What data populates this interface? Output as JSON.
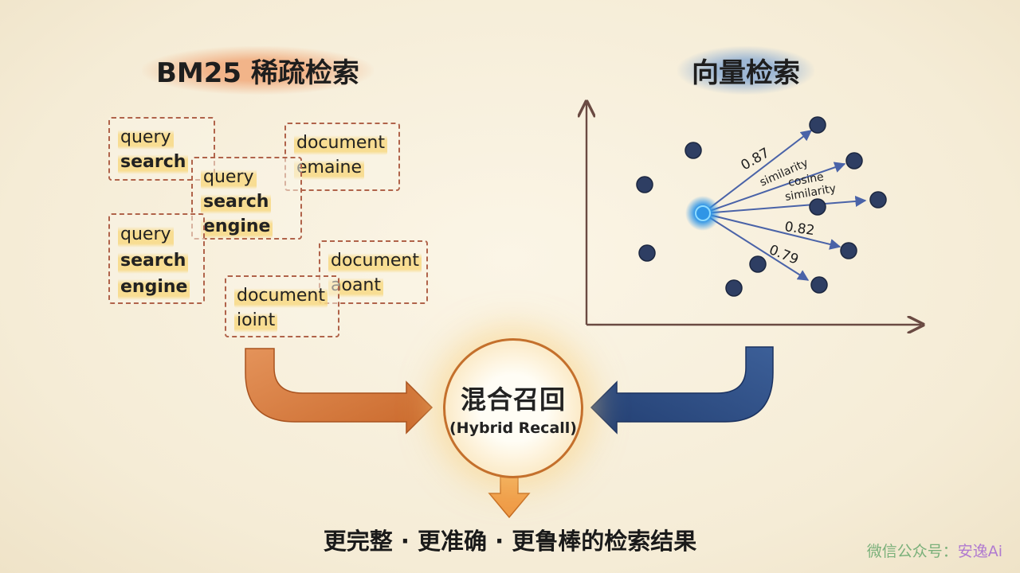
{
  "left_title": "BM25 稀疏检索",
  "right_title": "向量检索",
  "bm25_cards": [
    {
      "lines": [
        "query",
        "search"
      ]
    },
    {
      "lines": [
        "query",
        "search",
        "engine"
      ]
    },
    {
      "lines": [
        "document",
        "emaine"
      ]
    },
    {
      "lines": [
        "query",
        "search",
        "engine"
      ]
    },
    {
      "lines": [
        "document",
        "ioint"
      ]
    },
    {
      "lines": [
        "document",
        "aoant"
      ]
    }
  ],
  "vector_labels": {
    "score_top": "0.87",
    "similarity_word": "similarity",
    "cosine_line1": "cosine",
    "cosine_line2": "similarity",
    "score_mid": "0.82",
    "score_low": "0.79"
  },
  "hub": {
    "title_cn": "混合召回",
    "title_en": "(Hybrid Recall)"
  },
  "result_text": "更完整 · 更准确 · 更鲁棒的检索结果",
  "watermark": {
    "prefix": "微信公众号：",
    "name": "安逸Ai"
  },
  "colors": {
    "bm25_accent": "#d9773a",
    "vector_accent": "#2d4f86",
    "dot": "#2e3e63",
    "query_dot": "#2f95e6"
  }
}
